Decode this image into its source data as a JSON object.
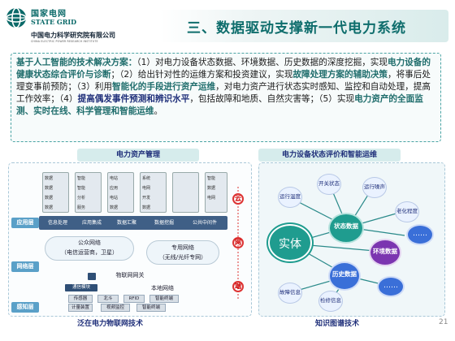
{
  "header": {
    "company_cn": "国家电网",
    "company_en": "STATE GRID",
    "institute_cn": "中国电力科学研究院有限公司",
    "institute_en": "CHINA ELECTRIC POWER RESEARCH INSTITUTE",
    "title": "三、数据驱动支撑新一代电力系统"
  },
  "paragraph": {
    "p1_label": "基于人工智能的技术解决方案：",
    "p1_text_a": "（1）对电力设备状态数据、环境数据、历史数据的深度挖掘，实现",
    "p1_hl": "电力设备的健康状态综合评价与诊断",
    "p1_text_b": "；（2）给出针对性的运维方案和投资建议，实现",
    "p2_hl": "故障处理方案的辅助决策",
    "p2_text_a": "，将事后处理变事前预防；（3）利用",
    "p3_hl": "智能化的手段进行资产运维",
    "p3_text_a": "，对电力资产进行状态实时感知、监控和自动处理，提高工作效率；（4）",
    "p4_hl": "提高偶发事件预测和辨识水平",
    "p4_text_a": "，包括故障和地质、自然灾害等；（5）实现",
    "p5_hl": "电力资产的全面监测、实时在线、科学管理和智能运维",
    "p5_end": "。"
  },
  "left_section": {
    "header": "电力资产管理",
    "footer": "泛在电力物联网技术",
    "layers": [
      "应用层",
      "网络层",
      "感知层"
    ],
    "apps": [
      "信息处理",
      "应用集成",
      "数据汇聚",
      "数据挖掘",
      "公共中间件"
    ],
    "servers": [
      [
        "数据",
        "数据",
        "数据",
        "数据"
      ],
      [
        "智能",
        "智能",
        "分析",
        "服务"
      ],
      [
        "电站",
        "应用",
        "电站",
        "数据"
      ],
      [
        "系统",
        "电网",
        "开发",
        "数据"
      ],
      [
        "智能",
        "数据",
        "电网"
      ]
    ],
    "public_net": "公众网络",
    "public_net_sub": "（电信运营商，卫星）",
    "private_net": "专用网络",
    "private_net_sub": "（无线/光纤专网）",
    "gateway": "物联网网关",
    "comm_module": "通信模块",
    "local_net": "本地网络",
    "sensing": [
      "传感器",
      "北斗",
      "RFID",
      "智能终端",
      "计量装置",
      "视频监控",
      "智能终端"
    ],
    "cloud_side": [
      "云",
      "网",
      "端"
    ]
  },
  "right_section": {
    "header": "电力设备状态评价和智能运维",
    "footer": "知识图谱技术",
    "center": "实体",
    "nodes": {
      "state": "状态数据",
      "env": "环境数据",
      "history": "历史数据",
      "more_top": "……",
      "more_bottom": "……"
    },
    "leaves": {
      "run_temp": "运行温度",
      "switch_state": "开关状态",
      "run_noise": "运行噪声",
      "aging": "老化程度",
      "fault_info": "故障信息",
      "repair_info": "检修信息"
    }
  },
  "page_number": "21"
}
